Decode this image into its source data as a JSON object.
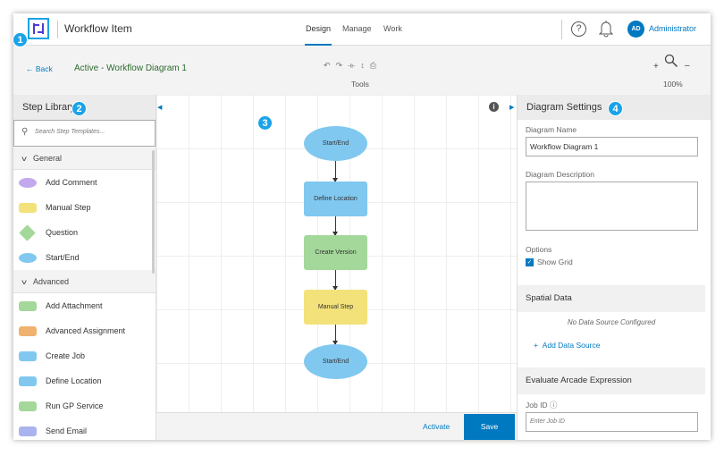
{
  "header": {
    "app_title": "Workflow Item",
    "tabs": [
      {
        "label": "Design",
        "active": true
      },
      {
        "label": "Manage"
      },
      {
        "label": "Work"
      }
    ],
    "user_initials": "AD",
    "user_name": "Administrator",
    "accent": "#0079c1"
  },
  "toolbar": {
    "back_label": "Back",
    "diagram_status": "Active - Workflow Diagram 1",
    "tools_label": "Tools",
    "zoom_level": "100%",
    "zoom_in": "+",
    "zoom_out": "–"
  },
  "callouts": [
    "1",
    "2",
    "3",
    "4"
  ],
  "step_library": {
    "title": "Step Library",
    "search_placeholder": "Search Step Templates...",
    "sections": [
      {
        "label": "General",
        "items": [
          {
            "label": "Add Comment",
            "color": "#c4a8ee",
            "shape": "ellipse"
          },
          {
            "label": "Manual Step",
            "color": "#f3e27a",
            "shape": "rect"
          },
          {
            "label": "Question",
            "color": "#a4d89a",
            "shape": "diamond"
          },
          {
            "label": "Start/End",
            "color": "#80c8ef",
            "shape": "ellipse"
          }
        ]
      },
      {
        "label": "Advanced",
        "items": [
          {
            "label": "Add Attachment",
            "color": "#a4d89a"
          },
          {
            "label": "Advanced Assignment",
            "color": "#f0b26e"
          },
          {
            "label": "Create Job",
            "color": "#80c8ef"
          },
          {
            "label": "Define Location",
            "color": "#80c8ef"
          },
          {
            "label": "Run GP Service",
            "color": "#a4d89a"
          },
          {
            "label": "Send Email",
            "color": "#a9b4ee"
          }
        ]
      }
    ]
  },
  "diagram": {
    "nodes": [
      {
        "label": "Start/End",
        "shape": "ellipse",
        "color": "#80c8ef"
      },
      {
        "label": "Define Location",
        "shape": "rect",
        "color": "#80c8ef"
      },
      {
        "label": "Create Version",
        "shape": "rect",
        "color": "#a4d89a"
      },
      {
        "label": "Manual Step",
        "shape": "rect",
        "color": "#f3e27a"
      },
      {
        "label": "Start/End",
        "shape": "ellipse",
        "color": "#80c8ef"
      }
    ],
    "activate_label": "Activate",
    "save_label": "Save"
  },
  "settings": {
    "title": "Diagram Settings",
    "name_label": "Diagram Name",
    "name_value": "Workflow Diagram 1",
    "desc_label": "Diagram Description",
    "options_label": "Options",
    "show_grid_label": "Show Grid",
    "show_grid": true,
    "spatial_title": "Spatial Data",
    "no_source": "No Data Source Configured",
    "add_source": "Add Data Source",
    "arcade_title": "Evaluate Arcade Expression",
    "job_id_label": "Job ID",
    "job_id_placeholder": "Enter Job ID"
  }
}
